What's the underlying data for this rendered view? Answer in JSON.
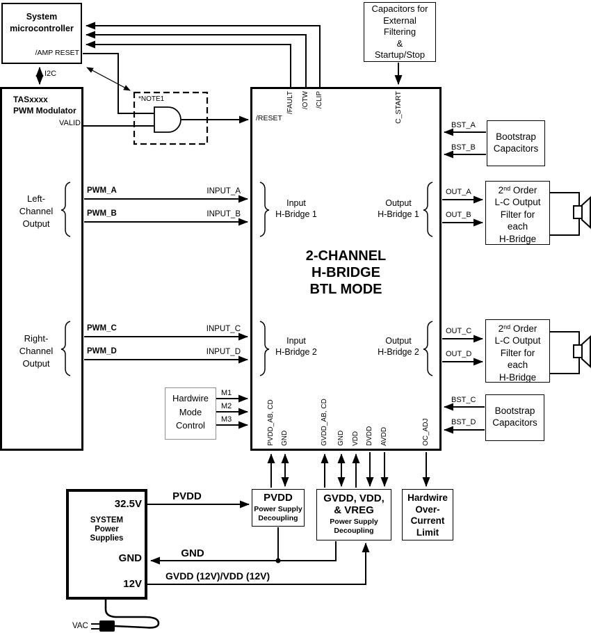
{
  "microcontroller": {
    "label": "System\nmicrocontroller",
    "pin_amp_reset": "/AMP RESET"
  },
  "i2c": {
    "label": "I2C"
  },
  "pwm_modulator": {
    "label": "TASxxxx\nPWM Modulator",
    "pin_valid": "VALID"
  },
  "note1": {
    "label": "*NOTE1"
  },
  "external_caps": {
    "label": "Capacitors for\nExternal\nFiltering\n&\nStartup/Stop"
  },
  "main_chip": {
    "title": "2-CHANNEL\nH-BRIDGE\nBTL MODE",
    "input_hbridge1": "Input\nH-Bridge 1",
    "output_hbridge1": "Output\nH-Bridge 1",
    "input_hbridge2": "Input\nH-Bridge 2",
    "output_hbridge2": "Output\nH-Bridge 2",
    "pins": {
      "reset": "/RESET",
      "fault": "/FAULT",
      "otw": "/OTW",
      "clip": "/CLIP",
      "c_start": "C_START",
      "bst_a": "BST_A",
      "bst_b": "BST_B",
      "bst_c": "BST_C",
      "bst_d": "BST_D",
      "out_a": "OUT_A",
      "out_b": "OUT_B",
      "out_c": "OUT_C",
      "out_d": "OUT_D",
      "input_a": "INPUT_A",
      "input_b": "INPUT_B",
      "input_c": "INPUT_C",
      "input_d": "INPUT_D",
      "pvdd_ab_cd": "PVDD_AB, CD",
      "gnd_1": "GND",
      "gvdd_ab_cd": "GVDD_AB, CD",
      "gnd_2": "GND",
      "vdd": "VDD",
      "dvdd": "DVDD",
      "avdd": "AVDD",
      "oc_adj": "OC_ADJ",
      "m1": "M1",
      "m2": "M2",
      "m3": "M3"
    }
  },
  "left_channel": {
    "label": "Left-\nChannel\nOutput",
    "pwm_a": "PWM_A",
    "pwm_b": "PWM_B"
  },
  "right_channel": {
    "label": "Right-\nChannel\nOutput",
    "pwm_c": "PWM_C",
    "pwm_d": "PWM_D"
  },
  "bootstrap_caps": {
    "label": "Bootstrap\nCapacitors"
  },
  "lc_filter": {
    "line1_num": "2",
    "line1_sup": "nd",
    "line1_rest": " Order",
    "lines_rest": "L-C Output\nFilter for\neach\nH-Bridge"
  },
  "hardwire_mode": {
    "label": "Hardwire\nMode\nControl"
  },
  "system_power": {
    "label": "SYSTEM\nPower\nSupplies",
    "pin_32v5": "32.5V",
    "pin_gnd": "GND",
    "pin_12v": "12V"
  },
  "pvdd_decoupling": {
    "title": "PVDD",
    "subtitle": "Power Supply\nDecoupling"
  },
  "gvdd_decoupling": {
    "title": "GVDD, VDD,\n& VREG",
    "subtitle": "Power Supply\nDecoupling"
  },
  "overcurrent_limit": {
    "label": "Hardwire\nOver-\nCurrent\nLimit"
  },
  "rails": {
    "pvdd": "PVDD",
    "gnd": "GND",
    "gvdd_vdd": "GVDD (12V)/VDD (12V)"
  },
  "vac": {
    "label": "VAC"
  },
  "colors": {
    "ink": "#000000",
    "gray_box_border": "#8f8f8f"
  }
}
